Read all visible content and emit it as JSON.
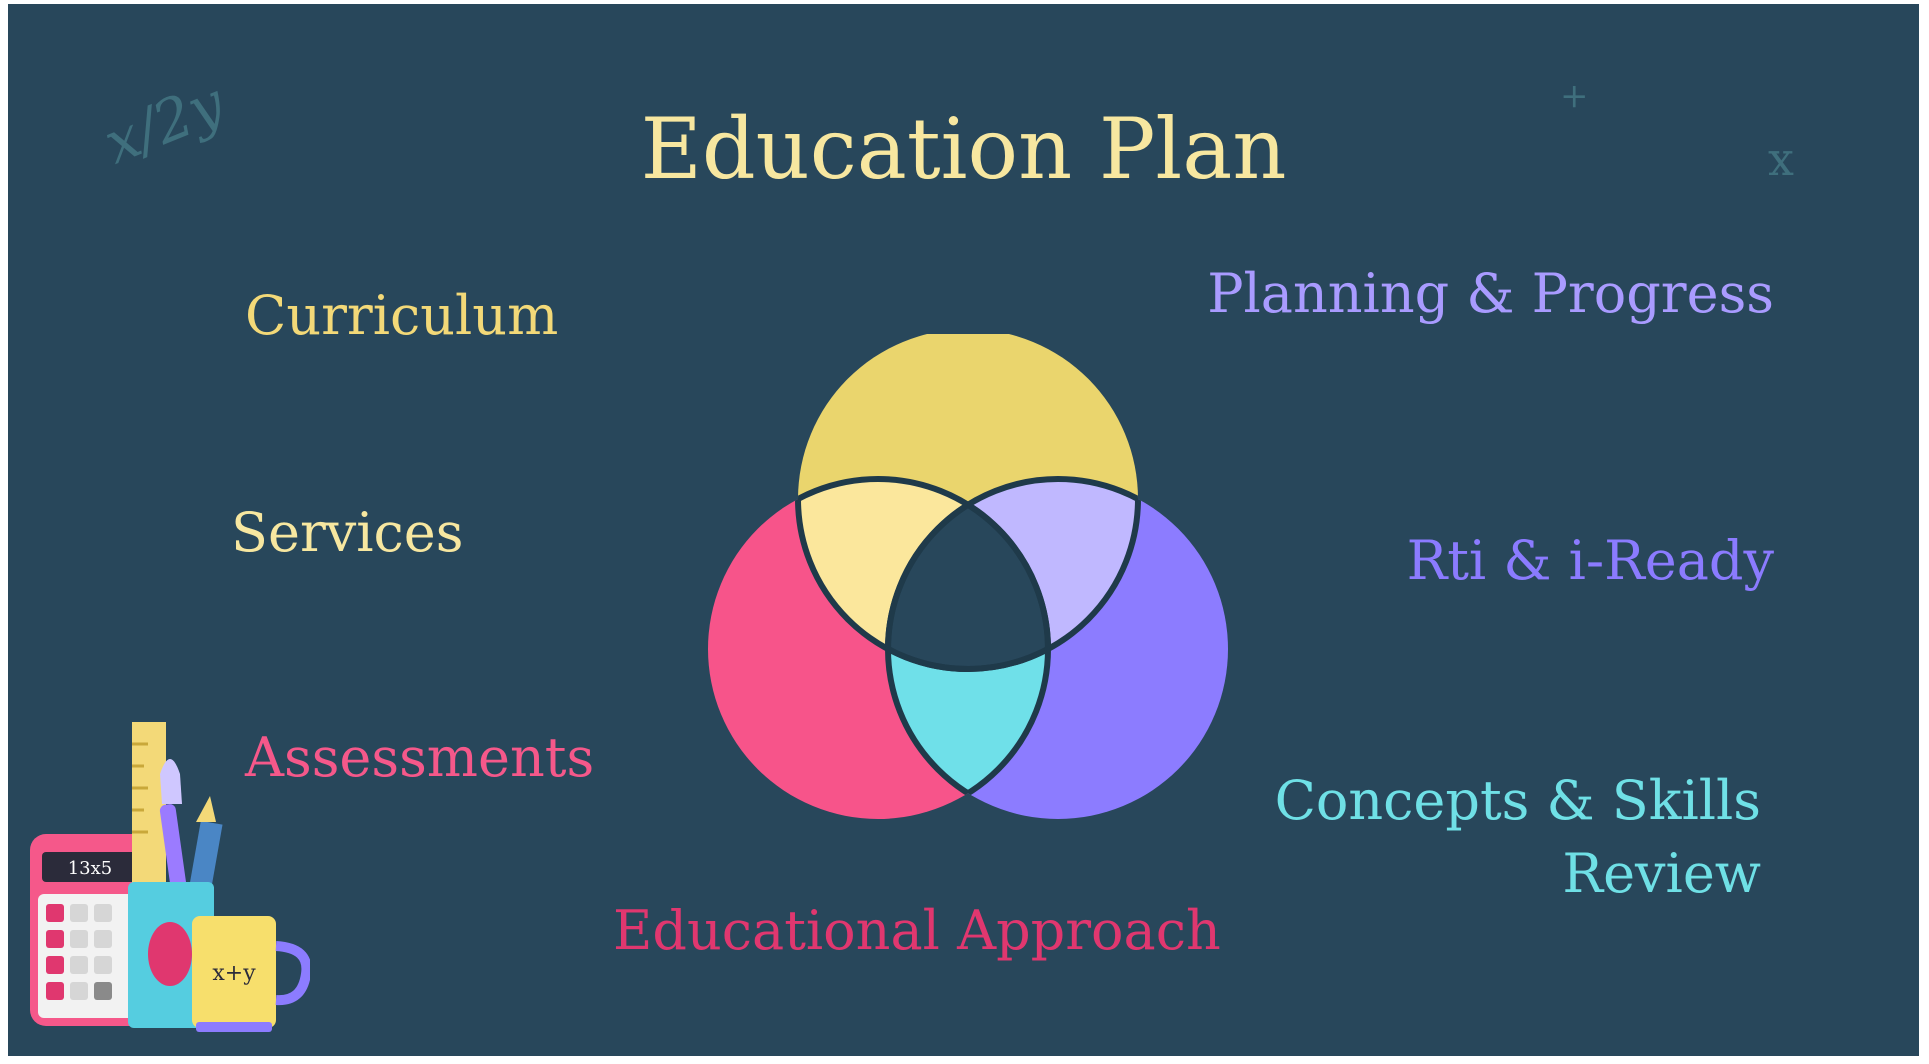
{
  "slide": {
    "title": "Education Plan",
    "decorations": {
      "formula_topleft": "x/2y",
      "plus_sign": "+",
      "x_sign": "x",
      "calculator_display": "13x5",
      "mug_text": "x+y"
    },
    "left_labels": [
      {
        "text": "Curriculum",
        "color": "#f3d978"
      },
      {
        "text": "Services",
        "color": "#f7e7a0"
      },
      {
        "text": "Assessments",
        "color": "#f5588a"
      }
    ],
    "right_labels": [
      {
        "text": "Planning & Progress",
        "color": "#a99bff"
      },
      {
        "text": "Rti & i-Ready",
        "color": "#8b7bff"
      },
      {
        "text": "Concepts & Skills",
        "color": "#6fe0e6"
      },
      {
        "text": "Review",
        "color": "#6fe0e6"
      }
    ],
    "bottom_label": {
      "text": "Educational Approach",
      "color": "#e0376f"
    }
  },
  "venn": {
    "top_color": "#ead56d",
    "left_color": "#f7548a",
    "right_color": "#8c7cff",
    "top_left_overlap": "#fbe79c",
    "top_right_overlap": "#c0b8ff",
    "bottom_overlap": "#6fe0e9",
    "center_color": "#28475b",
    "outline": "#1f3a4a"
  }
}
